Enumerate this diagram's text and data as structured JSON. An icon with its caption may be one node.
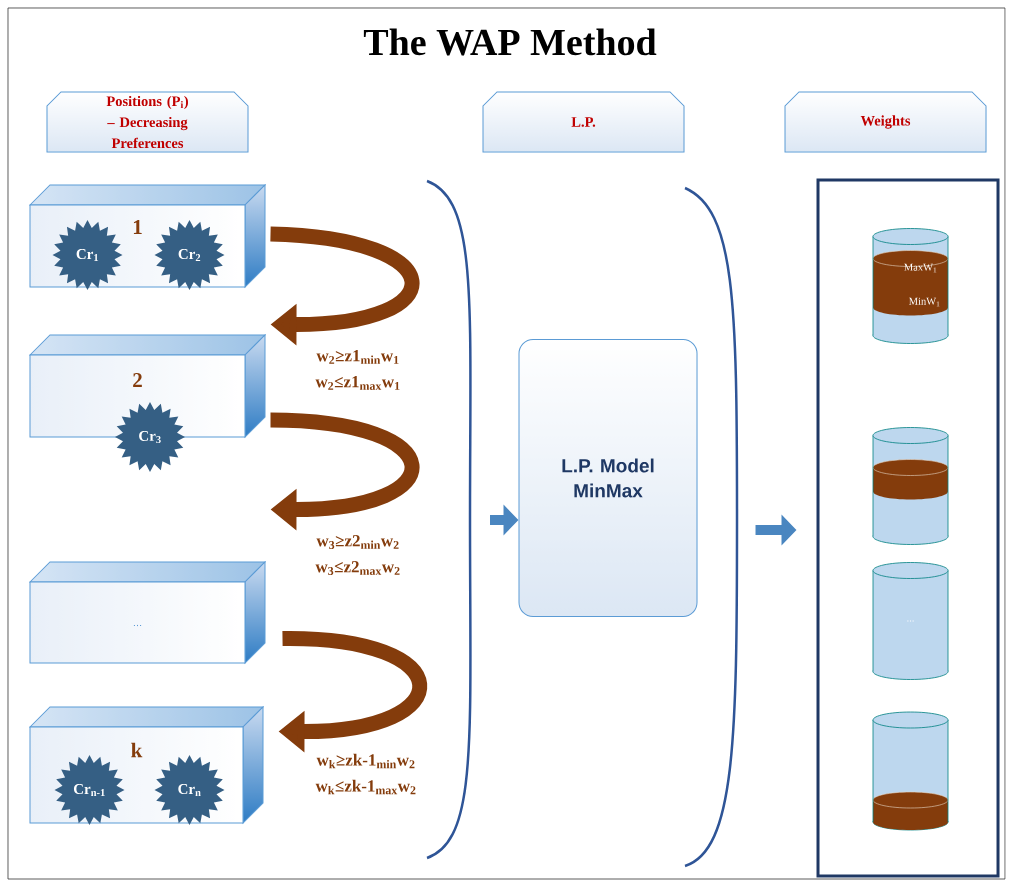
{
  "diagram": {
    "title": "The WAP Method",
    "nodes": [
      {
        "text": [
          "Positions (P$_{i}$) – Decreasing Preferences"
        ]
      },
      {
        "text": [
          "L.P."
        ]
      },
      {
        "text": [
          "Weights"
        ]
      },
      {
        "text": [
          "1"
        ]
      },
      {
        "text": [
          "Cr$_{1}$"
        ],
        "in": 3
      },
      {
        "text": [
          "Cr$_{2}$"
        ],
        "in": 3
      },
      {
        "text": [
          "2"
        ]
      },
      {
        "text": [
          "Cr$_{3}$"
        ]
      },
      {
        "text": [
          "..."
        ]
      },
      {
        "text": [
          "k"
        ]
      },
      {
        "text": [
          "Cr$_{n-1}$"
        ],
        "in": 9
      },
      {
        "text": [
          "Cr$_{n}$"
        ],
        "in": 9
      },
      {
        "text": [
          "L.P. Model MinMax"
        ]
      },
      {
        "text": [],
        "shape": "box"
      },
      {
        "text": [
          "MaxW$_{1}$",
          "MinW$_{1}$"
        ],
        "in": 13
      },
      {
        "text": [],
        "shape": "cylinder",
        "in": 13
      },
      {
        "text": [
          "..."
        ],
        "in": 13
      },
      {
        "text": [],
        "shape": "cylinder",
        "in": 13
      }
    ],
    "edges": [
      {
        "from": 3,
        "to": 6,
        "arrow": "to",
        "label": "w$_{2}$≥z1$_{min}$w$_{1}$ w$_{2}$≤z1$_{max}$w$_{1}$"
      },
      {
        "from": 6,
        "to": 8,
        "arrow": "to",
        "label": "w$_{3}$≥z2$_{min}$w$_{2}$ w$_{3}$≤z2$_{max}$w$_{2}$"
      },
      {
        "from": 8,
        "to": 9,
        "arrow": "to",
        "label": "w$_{k}$≥zk-1$_{min}$w$_{2}$ w$_{k}$≤zk-1$_{max}$w$_{2}$"
      },
      {
        "from": null,
        "to": 12,
        "arrow": "to",
        "color": "#4a86c0"
      },
      {
        "from": 12,
        "to": 13,
        "arrow": "to",
        "color": "#4a86c0"
      }
    ]
  }
}
